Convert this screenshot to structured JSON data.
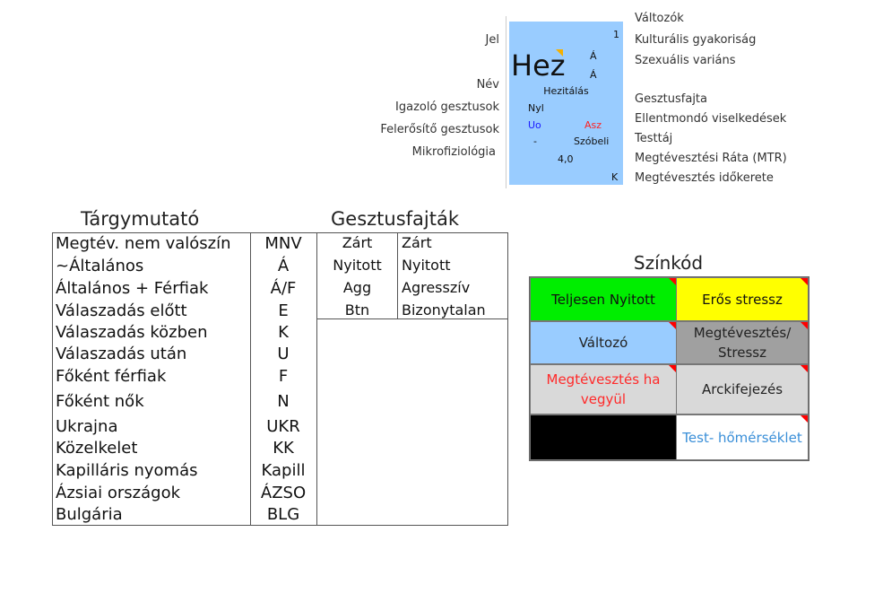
{
  "legend": {
    "left_labels": [
      "Jel",
      "Név",
      "Igazoló gesztusok",
      "Felerősítő gesztusok",
      "Mikrofiziológia"
    ],
    "right_labels": [
      "Változók",
      "Kulturális gyakoriság",
      "Szexuális variáns",
      "Gesztusfajta",
      "Ellentmondó viselkedések",
      "Testtáj",
      "Megtévesztési Ráta (MTR)",
      "Megtévesztés időkerete"
    ],
    "card": {
      "number": "1",
      "symbol": "Hez",
      "cultural": "Á",
      "sexual": "Á",
      "name": "Hezitálás",
      "confirming": "Nyl",
      "amplifying": "Uo",
      "gesture_type": "Asz",
      "micro": "-",
      "body_area": "Szóbeli",
      "mtr": "4,0",
      "timeframe": "K",
      "bg_color": "#99ccff"
    }
  },
  "index": {
    "title": "Tárgymutató",
    "rows": [
      {
        "term": "Megtév. nem valószín",
        "abbr": "MNV"
      },
      {
        "term": "~Általános",
        "abbr": "Á"
      },
      {
        "term": "Általános + Férfiak",
        "abbr": "Á/F"
      },
      {
        "term": "Válaszadás előtt",
        "abbr": "E"
      },
      {
        "term": "Válaszadás közben",
        "abbr": "K"
      },
      {
        "term": "Válaszadás után",
        "abbr": "U"
      },
      {
        "term": "Főként férfiak",
        "abbr": "F"
      },
      {
        "term": "Főként nők",
        "abbr": "N"
      },
      {
        "term": "Ukrajna",
        "abbr": "UKR"
      },
      {
        "term": "Közelkelet",
        "abbr": "KK"
      },
      {
        "term": "Kapilláris nyomás",
        "abbr": "Kapill"
      },
      {
        "term": "Ázsiai országok",
        "abbr": "ÁZSO"
      },
      {
        "term": "Bulgária",
        "abbr": "BLG"
      }
    ]
  },
  "gesture_types": {
    "title": "Gesztusfajták",
    "rows": [
      {
        "abbr": "Zárt",
        "name": "Zárt"
      },
      {
        "abbr": "Nyitott",
        "name": "Nyitott"
      },
      {
        "abbr": "Agg",
        "name": "Agresszív"
      },
      {
        "abbr": "Btn",
        "name": "Bizonytalan"
      }
    ]
  },
  "color_code": {
    "title": "Színkód",
    "cells": [
      {
        "label": "Teljesen Nyitott",
        "bg": "#00ee00",
        "fg": "#111"
      },
      {
        "label": "Erős stressz",
        "bg": "#ffff00",
        "fg": "#111"
      },
      {
        "label": "Változó",
        "bg": "#99ccff",
        "fg": "#222"
      },
      {
        "label": "Megtévesztés/ Stressz",
        "bg": "#a0a0a0",
        "fg": "#222"
      },
      {
        "label": "Megtévesztés ha vegyül",
        "bg": "#d9d9d9",
        "fg": "#ff2a2a"
      },
      {
        "label": "Arckifejezés",
        "bg": "#d9d9d9",
        "fg": "#222"
      },
      {
        "label": "",
        "bg": "#000000",
        "fg": "#fff"
      },
      {
        "label": "Test- hőmérséklet",
        "bg": "#ffffff",
        "fg": "#3a8fd8"
      }
    ]
  }
}
